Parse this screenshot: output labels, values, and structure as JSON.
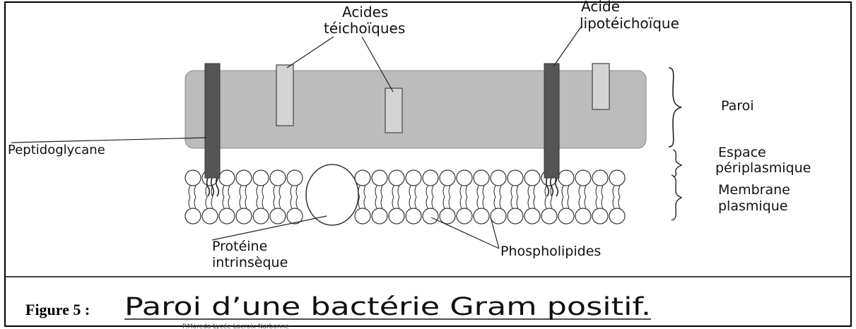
{
  "labels": {
    "acides_teichoiques_1": "Acides",
    "acides_teichoiques_2": "téichoïques",
    "acide_lipoteichoique_1": "Acide",
    "acide_lipoteichoique_2": "lipotéichoïque",
    "paroi": "Paroi",
    "espace_1": "Espace",
    "espace_2": "périplasmique",
    "membrane_1": "Membrane",
    "membrane_2": "plasmique",
    "peptidoglycane": "Peptidoglycane",
    "proteine_1": "Protéine",
    "proteine_2": "intrinsèque",
    "phospholipides": "Phospholipides"
  },
  "figure": {
    "number": "Figure 5 :",
    "title": "Paroi d’une bactérie Gram positif.",
    "credit": "P.Moreda Lycée Lacroix Narbonne"
  }
}
